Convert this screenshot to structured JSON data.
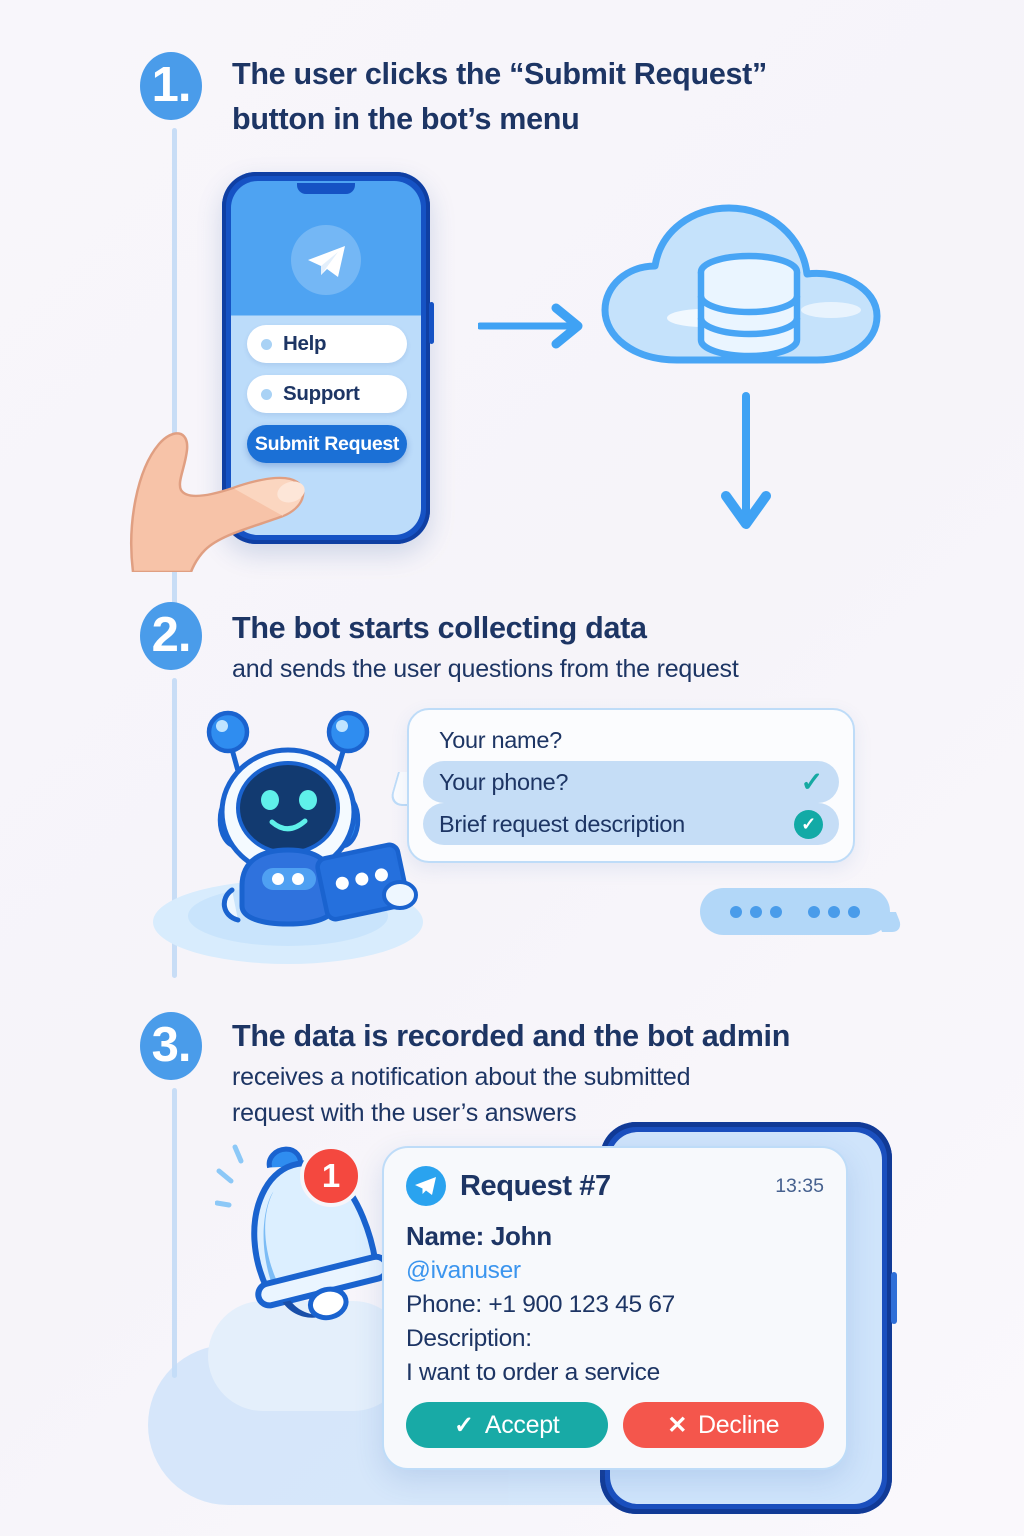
{
  "background": "#f7f5fa",
  "accent": "#4a9cea",
  "text_color": "#1d3564",
  "steps": [
    {
      "number": "1.",
      "heading_bold_line1": "The user clicks the “Submit Request”",
      "heading_bold_line2": "button in the bot’s menu"
    },
    {
      "number": "2.",
      "heading_bold": "The bot starts collecting data",
      "heading_sub": "and sends the user questions from the request"
    },
    {
      "number": "3.",
      "heading_bold": "The data is recorded and the bot admin",
      "heading_sub_line1": "receives a notification about the submitted",
      "heading_sub_line2": "request with the user’s answers"
    }
  ],
  "phone_menu": {
    "app_icon": "telegram-icon",
    "items": [
      {
        "label": "Help",
        "style": "light"
      },
      {
        "label": "Support",
        "style": "light"
      },
      {
        "label": "Submit Request",
        "style": "solid"
      }
    ]
  },
  "storage": {
    "icon": "cloud-database-icon",
    "arrow_in": "arrow-right-icon",
    "arrow_out": "arrow-down-icon"
  },
  "bot": {
    "icon": "robot-icon",
    "questions": [
      {
        "label": "Your name?",
        "tinted": false,
        "check": "none"
      },
      {
        "label": "Your phone?",
        "tinted": true,
        "check": "plain"
      },
      {
        "label": "Brief request description",
        "tinted": true,
        "check": "filled"
      }
    ],
    "typing_indicator": "typing-dots"
  },
  "notification": {
    "bell_icon": "bell-icon",
    "badge_count": "1",
    "card": {
      "app_icon": "telegram-icon",
      "title": "Request #7",
      "time": "13:35",
      "name_line": "Name: John",
      "username": "@ivanuser",
      "phone_line": "Phone: +1 900 123 45 67",
      "description_label": "Description:",
      "description_value": "I want to order a service",
      "accept_label": "Accept",
      "accept_icon": "check-icon",
      "accept_color": "#18aaa6",
      "decline_label": "Decline",
      "decline_icon": "close-icon",
      "decline_color": "#f4564c"
    }
  }
}
